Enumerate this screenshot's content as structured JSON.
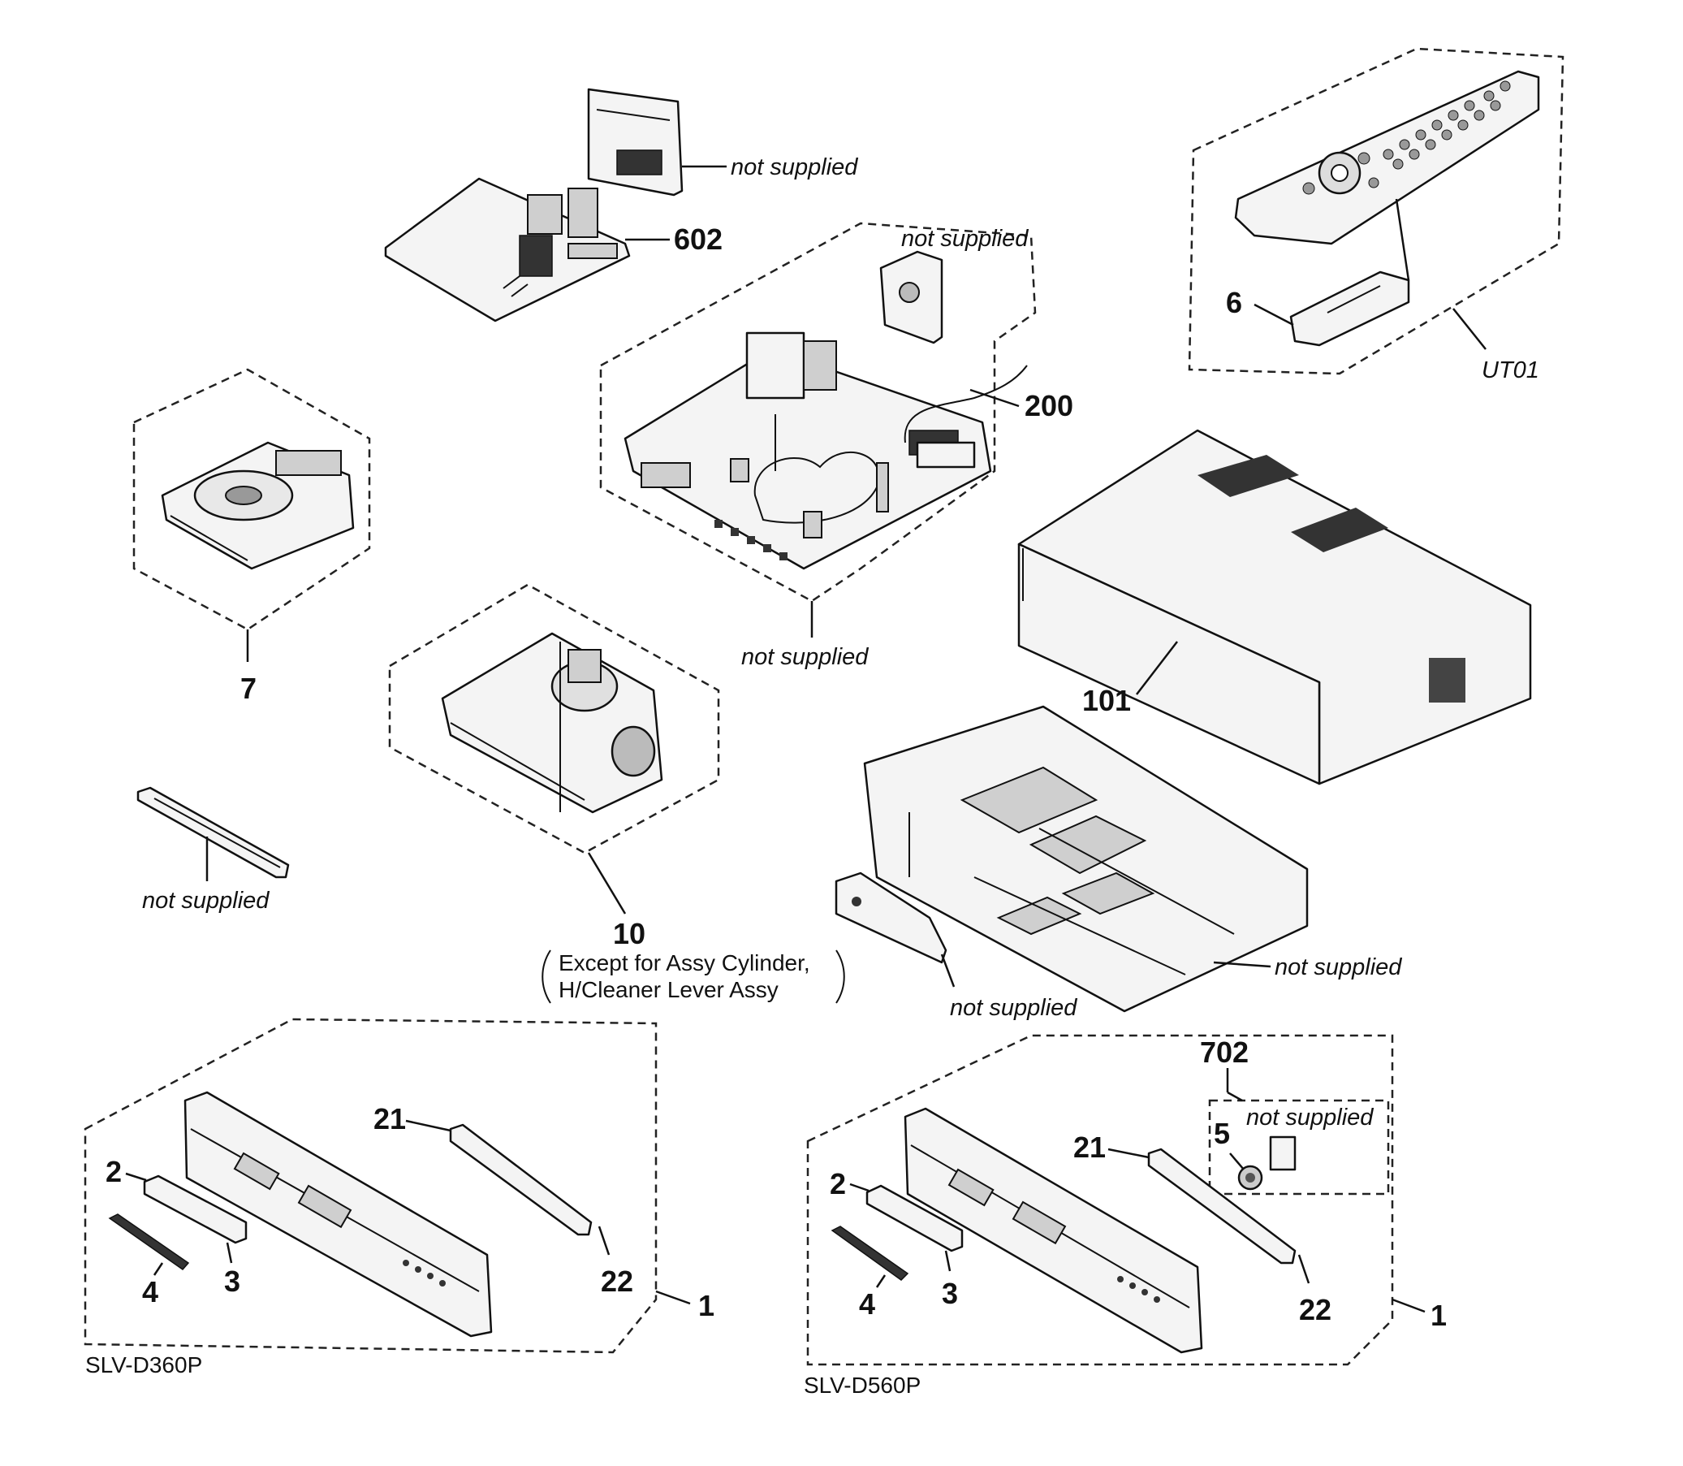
{
  "labels": {
    "n602": "602",
    "n200": "200",
    "n6": "6",
    "ut01": "UT01",
    "n7": "7",
    "n101": "101",
    "n10": "10",
    "n10_note1": "Except for Assy Cylinder,",
    "n10_note2": "H/Cleaner Lever Assy",
    "n702": "702",
    "n5": "5",
    "left_21": "21",
    "left_2": "2",
    "left_4": "4",
    "left_3": "3",
    "left_22": "22",
    "left_1": "1",
    "right_21": "21",
    "right_2": "2",
    "right_4": "4",
    "right_3": "3",
    "right_22": "22",
    "right_1": "1"
  },
  "not_supplied": [
    "not supplied",
    "not supplied",
    "not supplied",
    "not supplied",
    "not supplied",
    "not supplied",
    "not supplied"
  ],
  "models": {
    "left": "SLV-D360P",
    "right": "SLV-D560P"
  }
}
